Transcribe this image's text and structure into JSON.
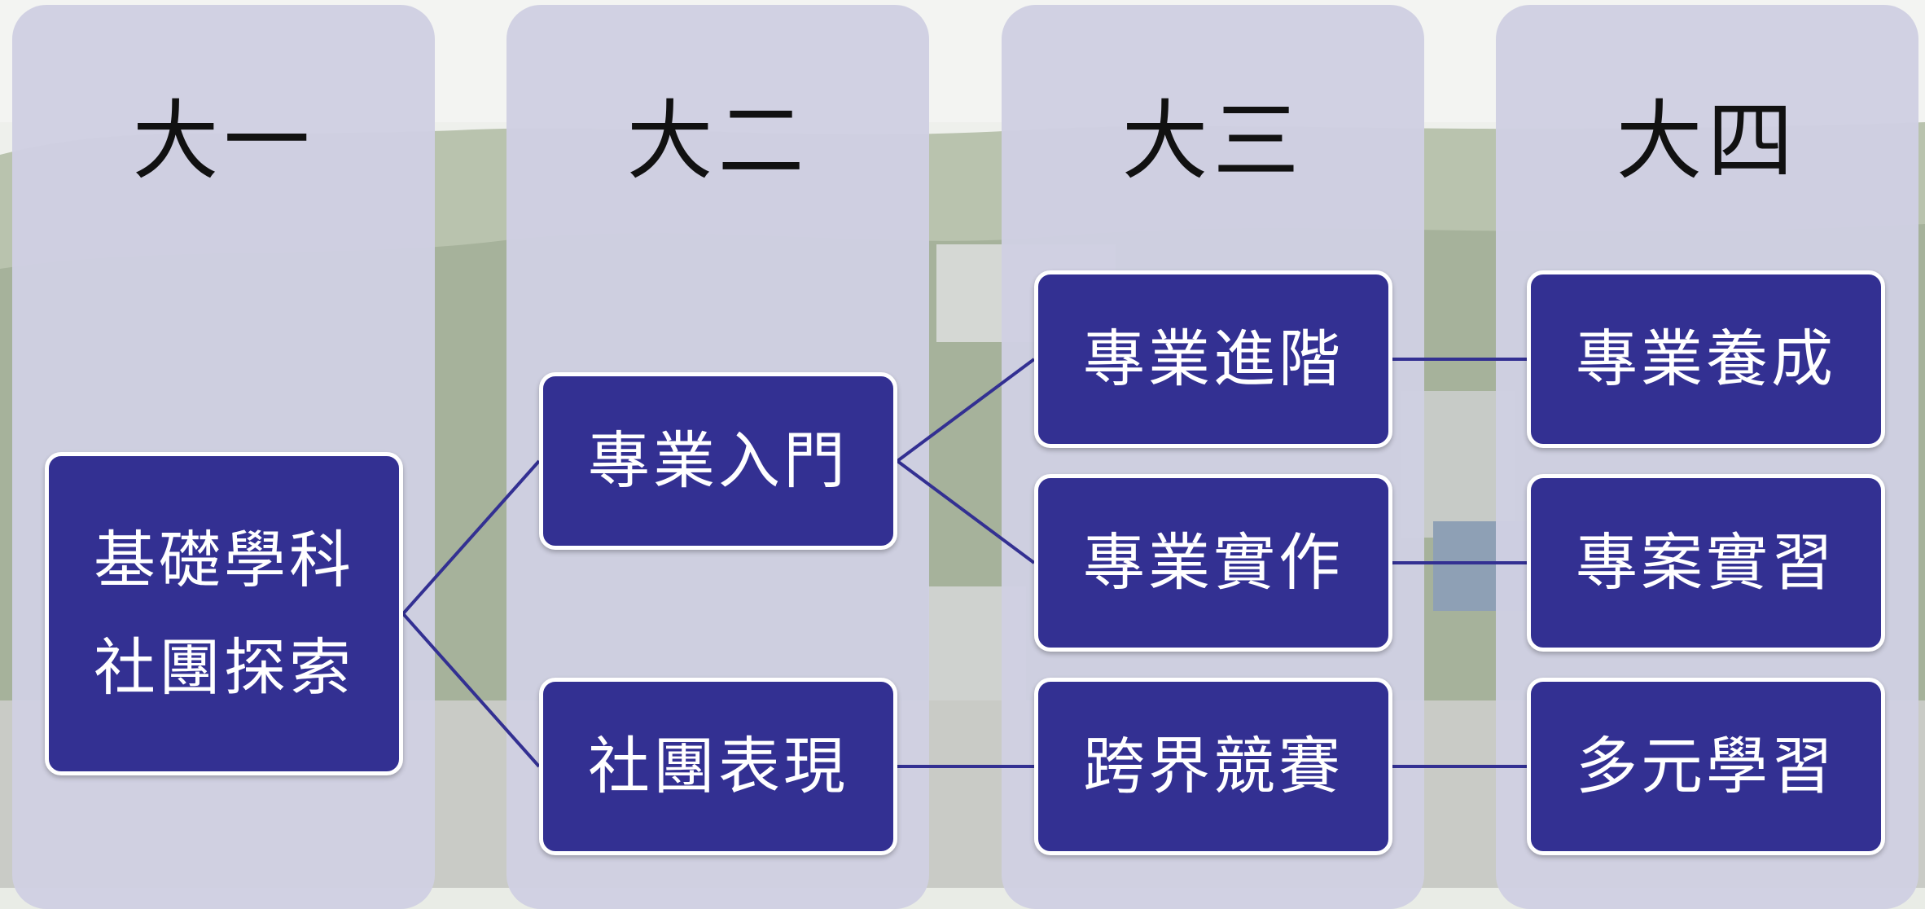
{
  "colors": {
    "column_bg": "#d0cfe2",
    "box_fill": "#333092",
    "box_border": "#ffffff",
    "connector": "#333092",
    "title_text": "#111111",
    "box_text": "#ffffff"
  },
  "columns": [
    {
      "title": "大一"
    },
    {
      "title": "大二"
    },
    {
      "title": "大三"
    },
    {
      "title": "大四"
    }
  ],
  "nodes": {
    "foundation": {
      "line1": "基礎學科",
      "line2": "社團探索"
    },
    "intro": {
      "label": "專業入門"
    },
    "club_performance": {
      "label": "社團表現"
    },
    "advanced": {
      "label": "專業進階"
    },
    "practice": {
      "label": "專業實作"
    },
    "competition": {
      "label": "跨界競賽"
    },
    "cultivation": {
      "label": "專業養成"
    },
    "project_internship": {
      "label": "專案實習"
    },
    "diverse_learning": {
      "label": "多元學習"
    }
  },
  "edges": [
    [
      "foundation",
      "intro"
    ],
    [
      "foundation",
      "club_performance"
    ],
    [
      "intro",
      "advanced"
    ],
    [
      "intro",
      "practice"
    ],
    [
      "club_performance",
      "competition"
    ],
    [
      "advanced",
      "cultivation"
    ],
    [
      "practice",
      "project_internship"
    ],
    [
      "competition",
      "diverse_learning"
    ]
  ]
}
